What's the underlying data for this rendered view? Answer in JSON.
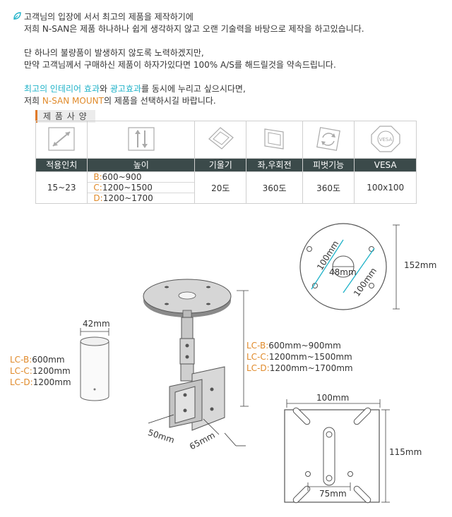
{
  "intro": {
    "line1": "고객님의 입장에 서서 최고의 제품을 제작하기에",
    "line2": "저희 N-SAN은 제품 하나하나 쉽게 생각하지 않고 오랜 기술력을 바탕으로 제작을 하고있습니다.",
    "line3": "단 하나의 불량품이 발생하지 않도록 노력하겠지만,",
    "line4": "만약 고객님께서 구매하신 제품이 하자가있다면 100% A/S를 해드릴것을 약속드립니다.",
    "line5_a": "최고의 인테리어 효과",
    "line5_b": "와 ",
    "line5_c": "광고효과",
    "line5_d": "를 동시에 누리고 싶으시다면,",
    "line6_a": "저희 ",
    "line6_b": "N-SAN MOUNT",
    "line6_c": "의 제품을 선택하시길 바랍니다."
  },
  "spec": {
    "title": "제 품 사 양",
    "headers": [
      "적용인치",
      "높이",
      "기울기",
      "좌,우회전",
      "피벗기능",
      "VESA"
    ],
    "inch": "15~23",
    "heights": [
      {
        "code": "B:",
        "value": "600~900"
      },
      {
        "code": "C:",
        "value": "1200~1500"
      },
      {
        "code": "D:",
        "value": "1200~1700"
      }
    ],
    "tilt": "20도",
    "rotation": "360도",
    "pivot": "360도",
    "vesa": "100x100"
  },
  "diagram": {
    "pipe_width": "42mm",
    "pipe_labels": [
      {
        "code": "LC-B:",
        "value": "600mm"
      },
      {
        "code": "LC-C:",
        "value": "1200mm"
      },
      {
        "code": "LC-D:",
        "value": "1200mm"
      }
    ],
    "height_labels": [
      {
        "code": "LC-B:",
        "value": "600mm~900mm"
      },
      {
        "code": "LC-C:",
        "value": "1200mm~1500mm"
      },
      {
        "code": "LC-D:",
        "value": "1200mm~1700mm"
      }
    ],
    "bracket_50": "50mm",
    "bracket_65": "65mm",
    "disk_100a": "100mm",
    "disk_100b": "100mm",
    "disk_48": "48mm",
    "disk_diam": "152mm",
    "plate_width": "100mm",
    "plate_height": "115mm",
    "plate_slot": "75mm"
  },
  "colors": {
    "accent_cyan": "#1fb2c8",
    "accent_orange": "#e08a2a",
    "header_bg": "#3b4a4a",
    "ring_gray": "#bdbdbd"
  }
}
